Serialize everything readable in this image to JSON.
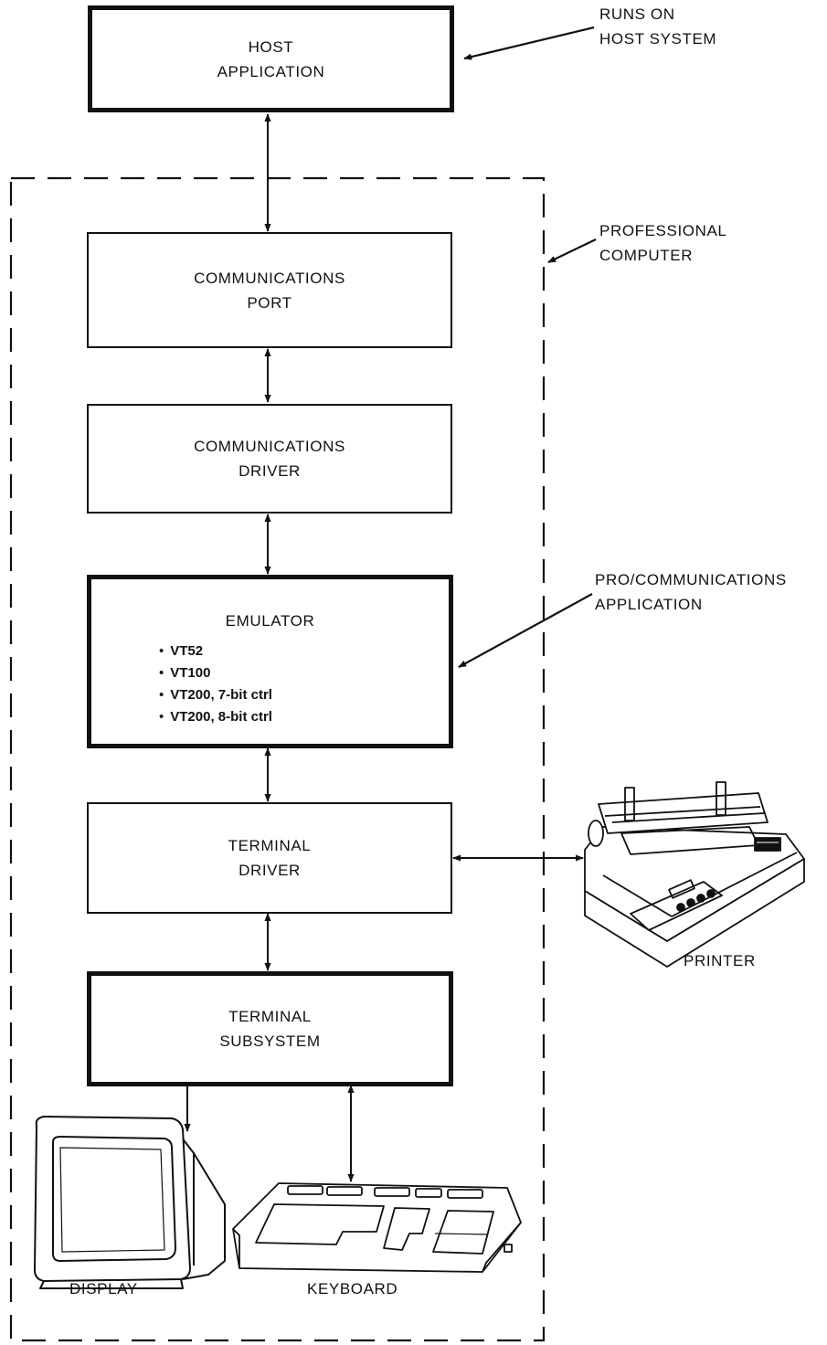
{
  "boxes": {
    "host": {
      "line1": "HOST",
      "line2": "APPLICATION"
    },
    "comm_port": {
      "line1": "COMMUNICATIONS",
      "line2": "PORT"
    },
    "comm_driver": {
      "line1": "COMMUNICATIONS",
      "line2": "DRIVER"
    },
    "emulator": {
      "title": "EMULATOR",
      "items": [
        "VT52",
        "VT100",
        "VT200, 7-bit ctrl",
        "VT200, 8-bit ctrl"
      ]
    },
    "term_driver": {
      "line1": "TERMINAL",
      "line2": "DRIVER"
    },
    "term_subsystem": {
      "line1": "TERMINAL",
      "line2": "SUBSYSTEM"
    }
  },
  "callouts": {
    "runs_on": {
      "line1": "RUNS ON",
      "line2": "HOST SYSTEM"
    },
    "professional": {
      "line1": "PROFESSIONAL",
      "line2": "COMPUTER"
    },
    "pro_comm": {
      "line1": "PRO/COMMUNICATIONS",
      "line2": "APPLICATION"
    }
  },
  "devices": {
    "printer": "PRINTER",
    "display": "DISPLAY",
    "keyboard": "KEYBOARD"
  }
}
